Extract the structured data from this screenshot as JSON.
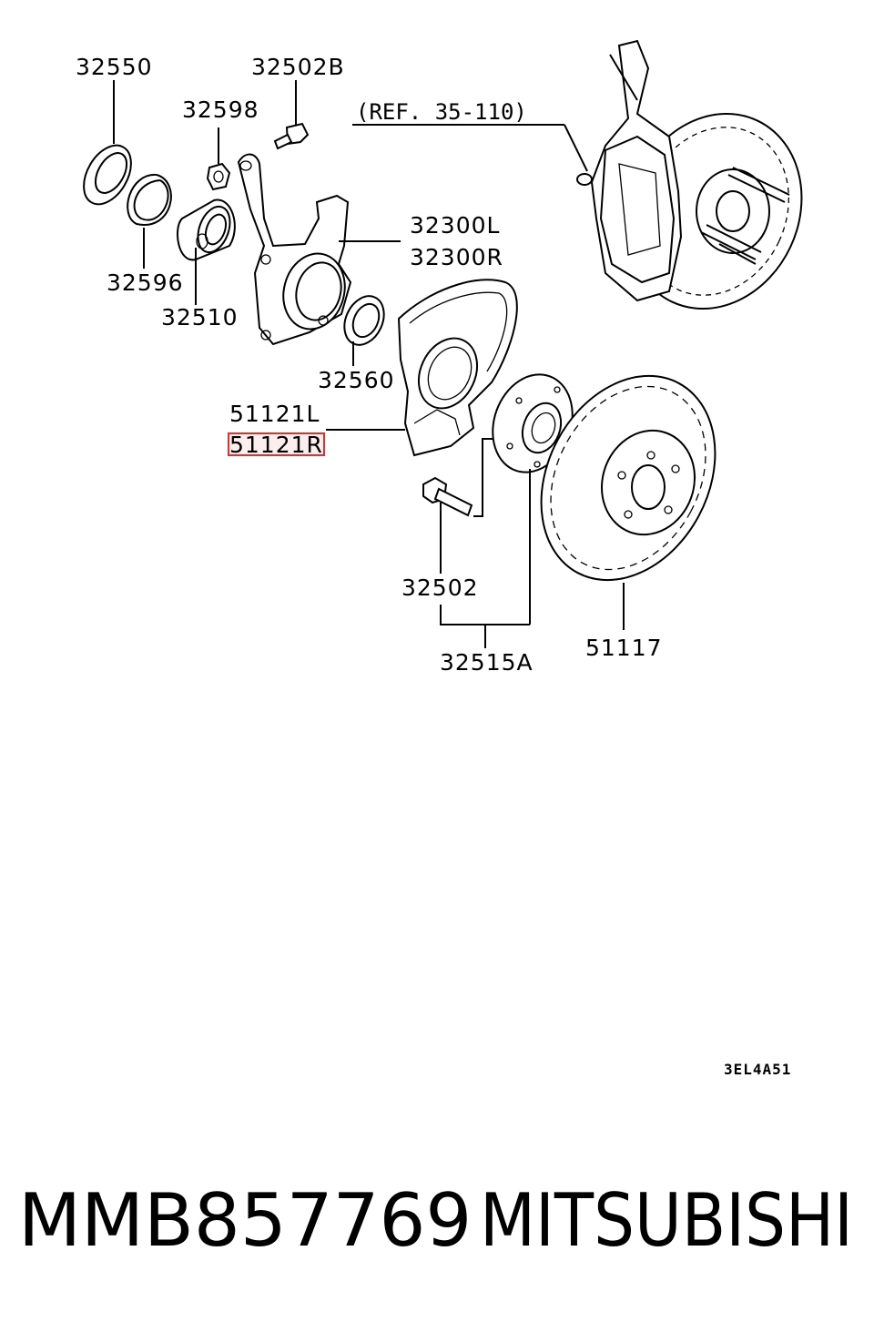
{
  "diagram": {
    "labels": {
      "p32550": "32550",
      "p32502B": "32502B",
      "p32598": "32598",
      "ref": "(REF. 35-110)",
      "p32300L": "32300L",
      "p32300R": "32300R",
      "p32596": "32596",
      "p32510": "32510",
      "p32560": "32560",
      "p51121L": "51121L",
      "p51121R": "51121R",
      "p32502": "32502",
      "p32515A": "32515A",
      "p51117": "51117"
    },
    "highlight": {
      "part": "51121R",
      "color": "#e03030"
    },
    "drawing_code": "3EL4A51"
  },
  "footer": {
    "part_number": "MMB857769",
    "brand": "MITSUBISHI"
  }
}
